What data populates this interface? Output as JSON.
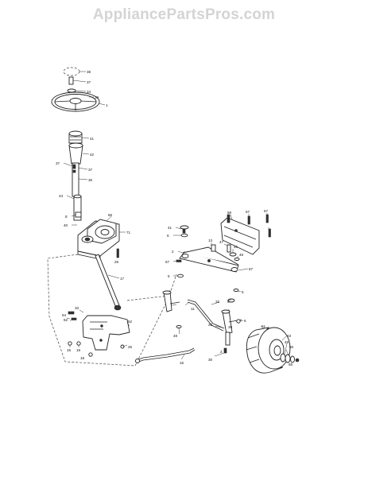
{
  "watermark": "AppliancePartsPros.com",
  "callouts": {
    "c38": "38",
    "c37a": "37",
    "c34": "34",
    "c39": "39",
    "c1": "1",
    "c41": "41",
    "c42": "42",
    "c37b": "37",
    "c37c": "37",
    "c36": "36",
    "c44": "44",
    "c8a": "8",
    "c40": "40",
    "c66": "66",
    "c71": "71",
    "c26": "26",
    "c17": "17",
    "c41b": "41",
    "c6a": "6",
    "c2": "2",
    "c67a": "67",
    "c5a": "5",
    "c58": "58",
    "c13": "13",
    "c67b": "67",
    "c67c": "67",
    "c47": "47",
    "c45": "45",
    "c46": "46",
    "c67d": "67",
    "c5b": "5",
    "c11": "11",
    "c48": "48",
    "c32": "32",
    "c5c": "5",
    "c28": "28",
    "c39b": "39",
    "c6b": "6",
    "c61": "61",
    "c63": "63",
    "c49": "49",
    "c65": "65",
    "c55": "55",
    "c2b": "2",
    "c30": "30",
    "c33": "33",
    "c52": "52",
    "c16": "16",
    "c25": "25",
    "c15": "15",
    "c18": "18",
    "c19": "19",
    "c62": "62",
    "c64": "64"
  }
}
